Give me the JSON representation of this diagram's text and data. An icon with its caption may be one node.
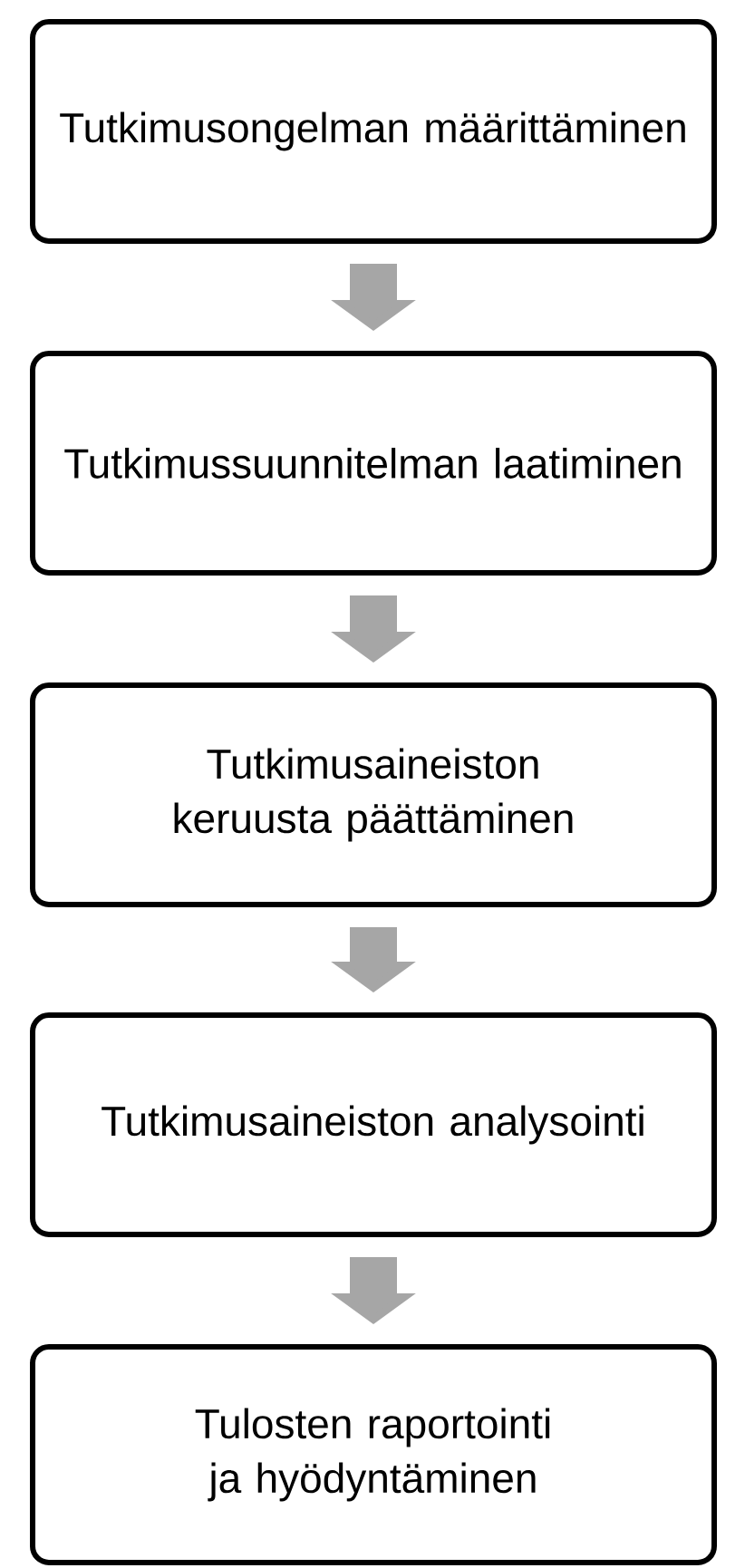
{
  "diagram": {
    "nodes": [
      {
        "text": [
          "Tutkimusongelman määrittäminen"
        ]
      },
      {
        "text": [
          "Tutkimussuunnitelman laatiminen"
        ]
      },
      {
        "text": [
          "Tutkimusaineiston keruusta päättäminen"
        ]
      },
      {
        "text": [
          "Tutkimusaineiston analysointi"
        ]
      },
      {
        "text": [
          "Tulosten raportointi ja hyödyntäminen"
        ]
      }
    ],
    "edges": [
      {
        "from": 0,
        "to": 1,
        "arrow": "to"
      },
      {
        "from": 1,
        "to": 2,
        "arrow": "to"
      },
      {
        "from": 2,
        "to": 3,
        "arrow": "to"
      },
      {
        "from": 3,
        "to": 4,
        "arrow": "to"
      }
    ]
  }
}
